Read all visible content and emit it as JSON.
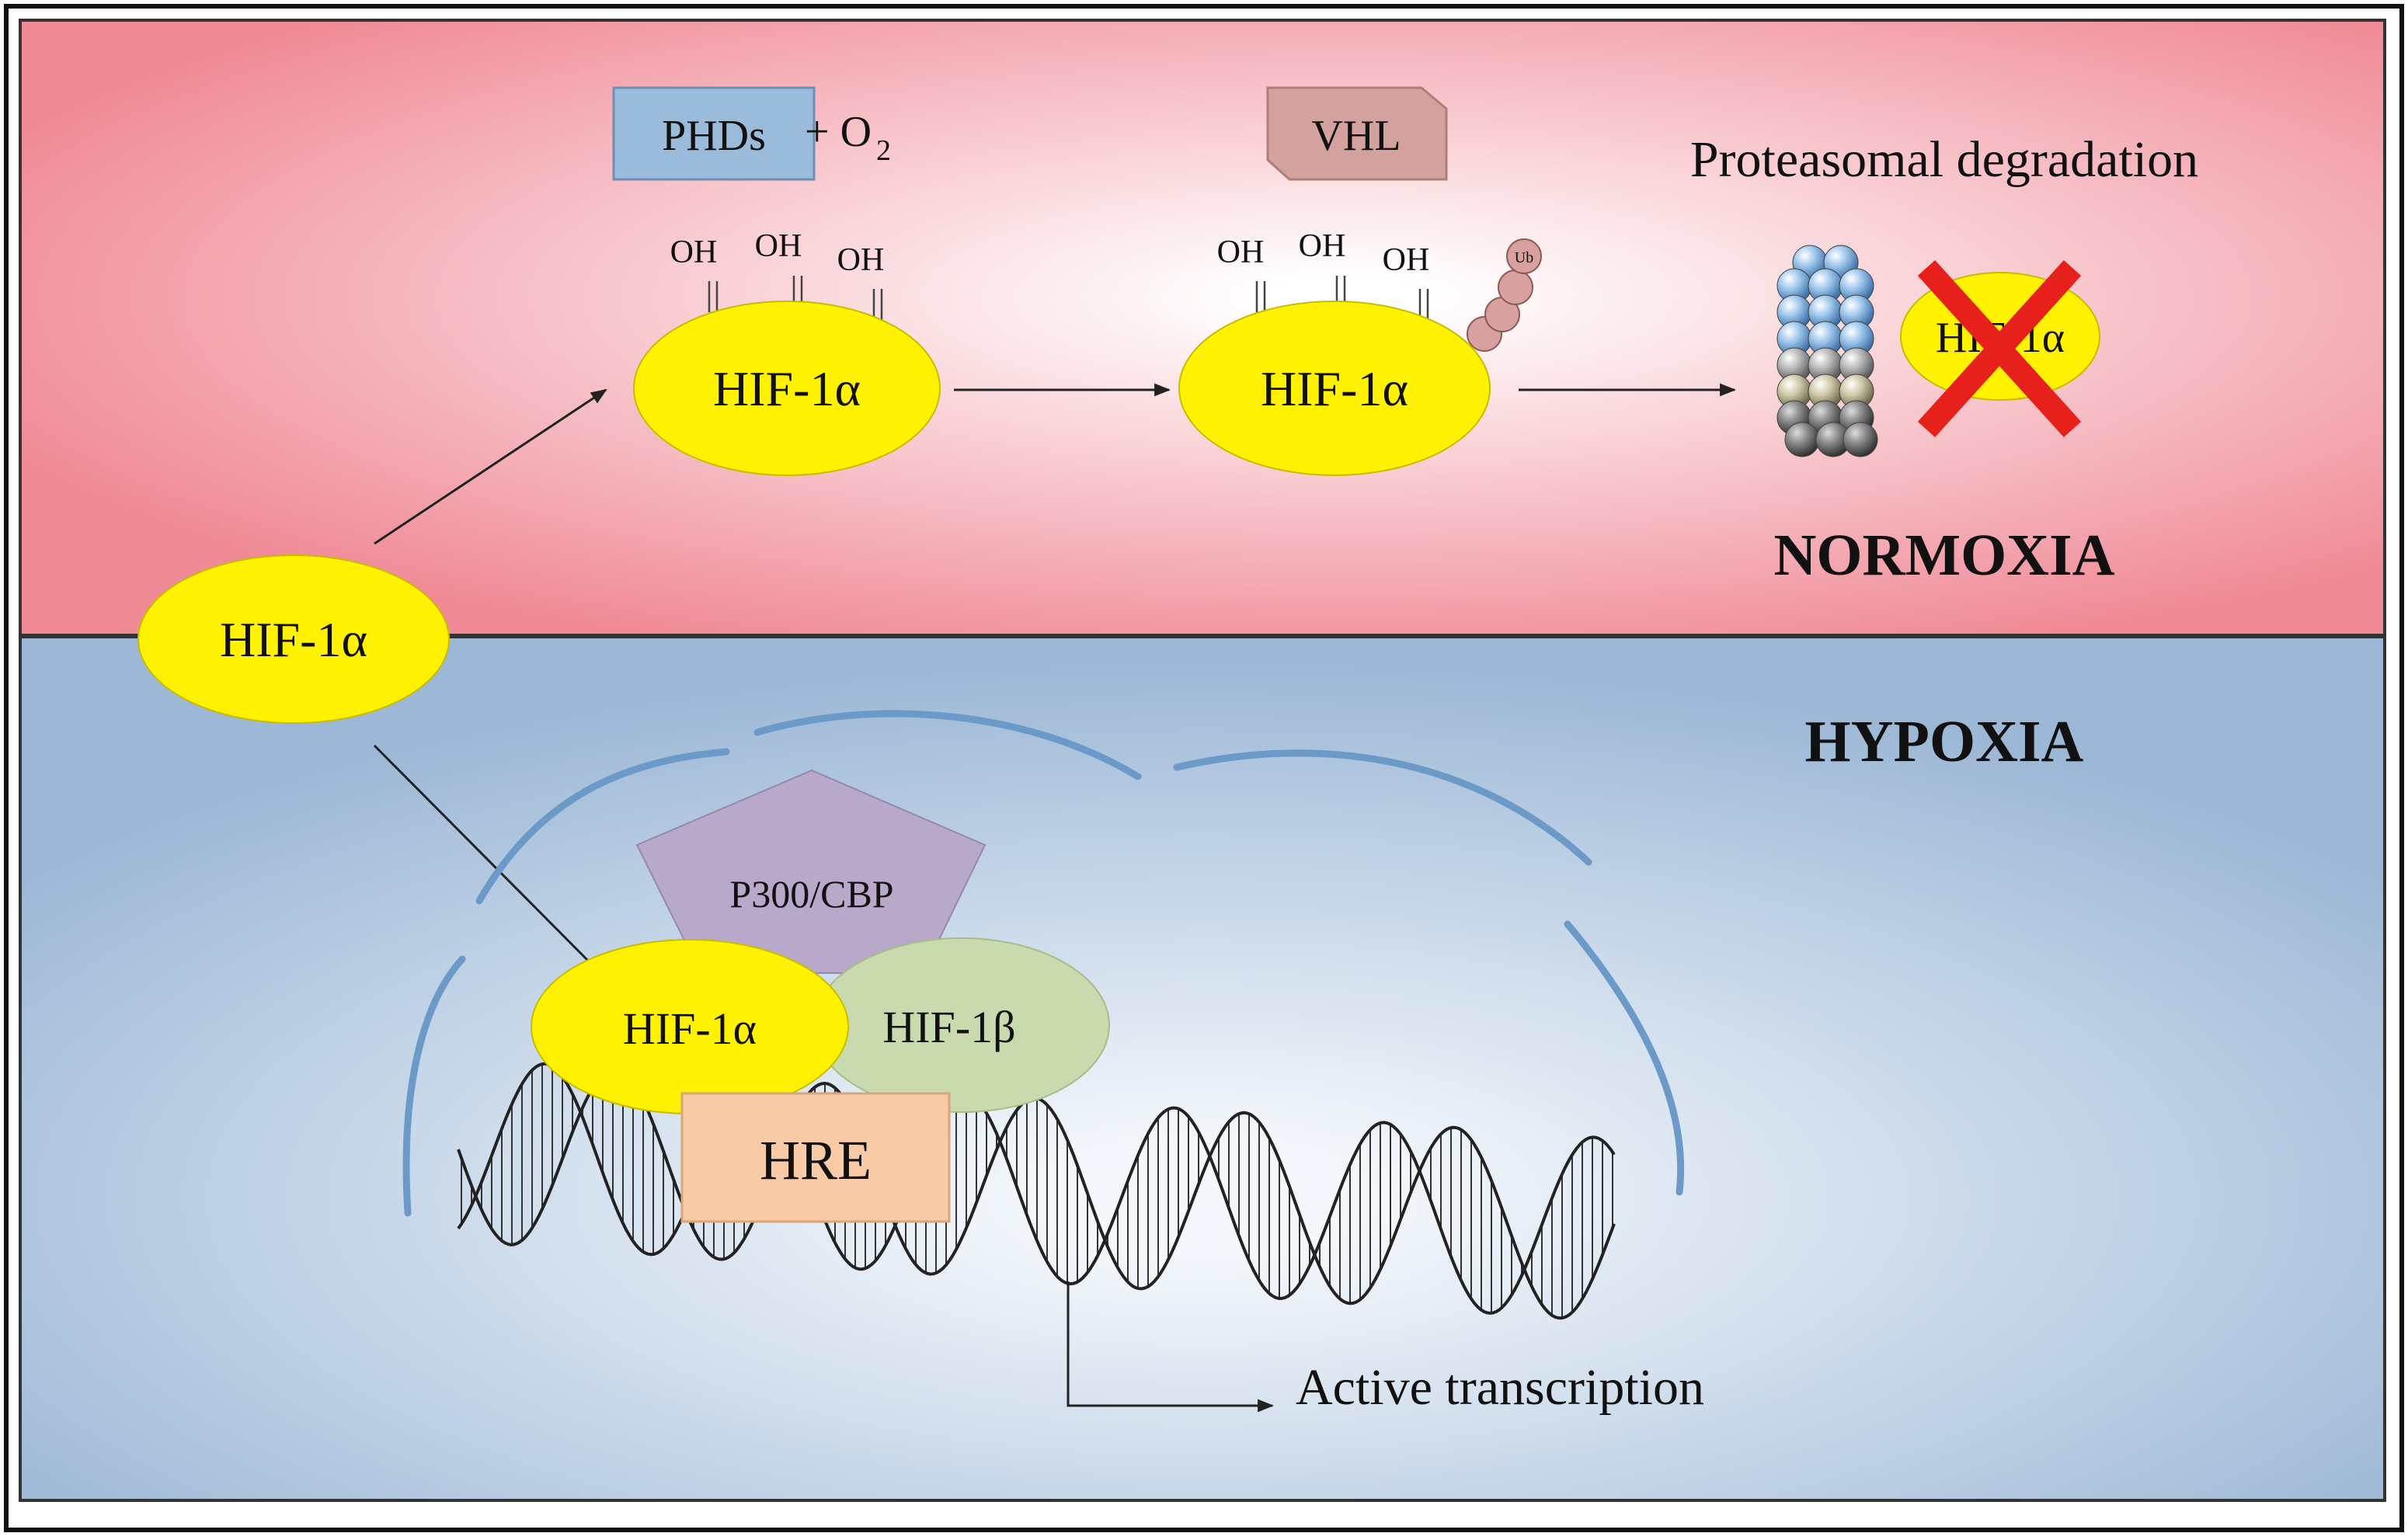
{
  "colors": {
    "normoxia_edge": "#F08A96",
    "normoxia_center": "#FFFFFF",
    "hypoxia_edge": "#9DB8D6",
    "hypoxia_center": "#F4F8FC",
    "hif1a_fill": "#FFF200",
    "hif1b_fill": "#C9DBAE",
    "p300_fill": "#B8A9CB",
    "hre_fill": "#F8CBA6",
    "phds_fill": "#9BBBDA",
    "vhl_fill": "#D4A29E",
    "ub_fill": "#D9A0A0",
    "cross_color": "#E8201C",
    "chromatin_color": "#6B9AC8"
  },
  "normoxia": {
    "label": "NORMOXIA",
    "phds_label": "PHDs",
    "o2_plus": "+ O",
    "o2_sub": "2",
    "vhl_label": "VHL",
    "proteasome_label": "Proteasomal degradation",
    "oh_label": "OH",
    "ub_label": "Ub",
    "hif1a_hydroxylated": "HIF-1α",
    "hif1a_ubiquitinated": "HIF-1α",
    "hif1a_degraded": "HIF-1α"
  },
  "center": {
    "hif1a": "HIF-1α"
  },
  "hypoxia": {
    "label": "HYPOXIA",
    "p300_label": "P300/CBP",
    "hif1a": "HIF-1α",
    "hif1b": "HIF-1β",
    "hre_label": "HRE",
    "transcription_label": "Active transcription"
  }
}
